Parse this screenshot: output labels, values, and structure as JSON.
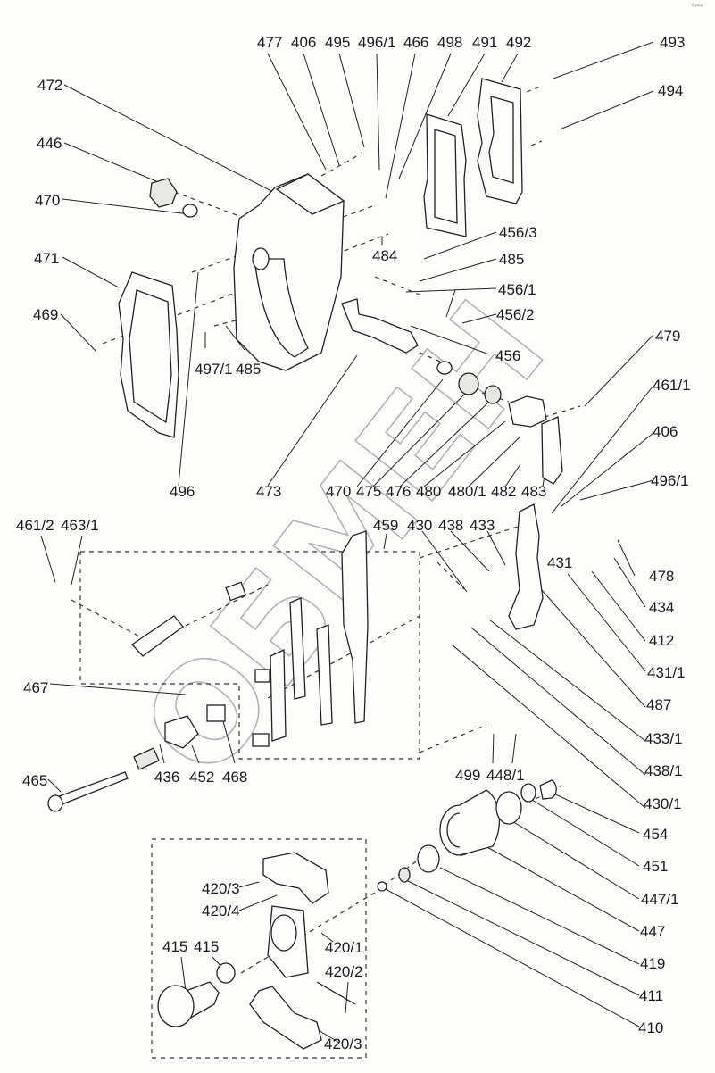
{
  "diagram": {
    "type": "exploded-parts-view",
    "watermark_text": "ОБМЕН",
    "corner_mark": "ᵈ ∞∞",
    "labels": [
      {
        "id": "477",
        "text": "477"
      },
      {
        "id": "406a",
        "text": "406"
      },
      {
        "id": "495",
        "text": "495"
      },
      {
        "id": "496-1a",
        "text": "496/1"
      },
      {
        "id": "466",
        "text": "466"
      },
      {
        "id": "498",
        "text": "498"
      },
      {
        "id": "491",
        "text": "491"
      },
      {
        "id": "492",
        "text": "492"
      },
      {
        "id": "493",
        "text": "493"
      },
      {
        "id": "494",
        "text": "494"
      },
      {
        "id": "472",
        "text": "472"
      },
      {
        "id": "446",
        "text": "446"
      },
      {
        "id": "470a",
        "text": "470"
      },
      {
        "id": "471",
        "text": "471"
      },
      {
        "id": "469",
        "text": "469"
      },
      {
        "id": "484",
        "text": "484"
      },
      {
        "id": "456-3",
        "text": "456/3"
      },
      {
        "id": "485a",
        "text": "485"
      },
      {
        "id": "456-1",
        "text": "456/1"
      },
      {
        "id": "456-2",
        "text": "456/2"
      },
      {
        "id": "497-1",
        "text": "497/1"
      },
      {
        "id": "485b",
        "text": "485"
      },
      {
        "id": "456",
        "text": "456"
      },
      {
        "id": "479",
        "text": "479"
      },
      {
        "id": "461-1",
        "text": "461/1"
      },
      {
        "id": "406b",
        "text": "406"
      },
      {
        "id": "496-1b",
        "text": "496/1"
      },
      {
        "id": "496",
        "text": "496"
      },
      {
        "id": "473",
        "text": "473"
      },
      {
        "id": "470b",
        "text": "470"
      },
      {
        "id": "475",
        "text": "475"
      },
      {
        "id": "476",
        "text": "476"
      },
      {
        "id": "480",
        "text": "480"
      },
      {
        "id": "480-1",
        "text": "480/1"
      },
      {
        "id": "482",
        "text": "482"
      },
      {
        "id": "483",
        "text": "483"
      },
      {
        "id": "461-2",
        "text": "461/2"
      },
      {
        "id": "463-1",
        "text": "463/1"
      },
      {
        "id": "459",
        "text": "459"
      },
      {
        "id": "430",
        "text": "430"
      },
      {
        "id": "438",
        "text": "438"
      },
      {
        "id": "433",
        "text": "433"
      },
      {
        "id": "431",
        "text": "431"
      },
      {
        "id": "478",
        "text": "478"
      },
      {
        "id": "434",
        "text": "434"
      },
      {
        "id": "412",
        "text": "412"
      },
      {
        "id": "431-1",
        "text": "431/1"
      },
      {
        "id": "487",
        "text": "487"
      },
      {
        "id": "433-1",
        "text": "433/1"
      },
      {
        "id": "438-1",
        "text": "438/1"
      },
      {
        "id": "430-1",
        "text": "430/1"
      },
      {
        "id": "467",
        "text": "467"
      },
      {
        "id": "465",
        "text": "465"
      },
      {
        "id": "436",
        "text": "436"
      },
      {
        "id": "452",
        "text": "452"
      },
      {
        "id": "468",
        "text": "468"
      },
      {
        "id": "499",
        "text": "499"
      },
      {
        "id": "448-1",
        "text": "448/1"
      },
      {
        "id": "454",
        "text": "454"
      },
      {
        "id": "451",
        "text": "451"
      },
      {
        "id": "447-1",
        "text": "447/1"
      },
      {
        "id": "447",
        "text": "447"
      },
      {
        "id": "419",
        "text": "419"
      },
      {
        "id": "411",
        "text": "411"
      },
      {
        "id": "410",
        "text": "410"
      },
      {
        "id": "420-3a",
        "text": "420/3"
      },
      {
        "id": "420-4",
        "text": "420/4"
      },
      {
        "id": "420-1",
        "text": "420/1"
      },
      {
        "id": "415a",
        "text": "415"
      },
      {
        "id": "415b",
        "text": "415"
      },
      {
        "id": "420-2",
        "text": "420/2"
      },
      {
        "id": "420-3b",
        "text": "420/3"
      }
    ]
  }
}
